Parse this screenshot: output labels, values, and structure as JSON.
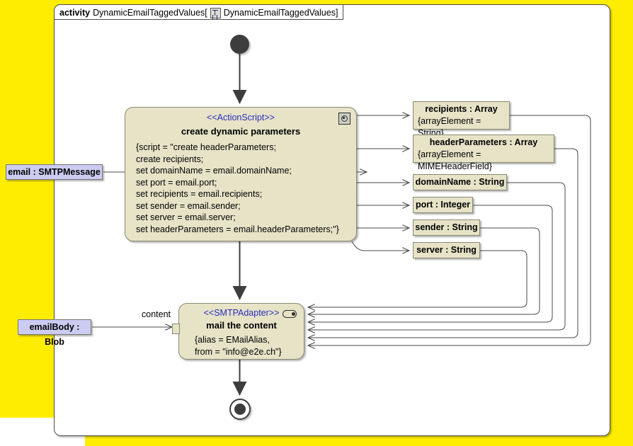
{
  "frame": {
    "keyword": "activity",
    "name": "DynamicEmailTaggedValues",
    "bracket_open": "[",
    "diagram_icon": "activity-diagram-icon",
    "diagram_name": "DynamicEmailTaggedValues",
    "bracket_close": "]"
  },
  "colors": {
    "canvas_backdrop": "#FFED00",
    "frame_background": "#FFFFFF",
    "node_fill": "#E6E3C7",
    "node_border": "#8A8A74",
    "param_fill": "#CCCCF2",
    "stereotype_text": "#2B2BBF",
    "connector": "#4A4A4A",
    "control_node": "#3D3D3D"
  },
  "nodes": {
    "initial": {
      "name": "initial-node"
    },
    "final": {
      "name": "activity-final-node"
    },
    "create_parameters": {
      "stereotype": "<<ActionScript>>",
      "name": "create dynamic parameters",
      "icon": "script-gear-icon",
      "script_lines": [
        "{script = \"create headerParameters;",
        "create recipients;",
        "set domainName = email.domainName;",
        "set port = email.port;",
        "set recipients = email.recipients;",
        "set sender = email.sender;",
        "set server = email.server;",
        "set headerParameters = email.headerParameters;\"}"
      ]
    },
    "mail_content": {
      "stereotype": "<<SMTPAdapter>>",
      "name": "mail the content",
      "icon": "adapter-pill-icon",
      "body_lines": [
        "{alias = EMailAlias,",
        "from = \"info@e2e.ch\"}"
      ],
      "input_pin_label": "content"
    }
  },
  "object_nodes": [
    {
      "title": "recipients : Array",
      "tag": "{arrayElement = String}"
    },
    {
      "title": "headerParameters : Array",
      "tag": "{arrayElement = MIMEHeaderField}"
    },
    {
      "title": "domainName : String",
      "tag": ""
    },
    {
      "title": "port : Integer",
      "tag": ""
    },
    {
      "title": "sender : String",
      "tag": ""
    },
    {
      "title": "server : String",
      "tag": ""
    }
  ],
  "parameters": [
    {
      "label": "email : SMTPMessage"
    },
    {
      "label": "emailBody : Blob"
    }
  ]
}
